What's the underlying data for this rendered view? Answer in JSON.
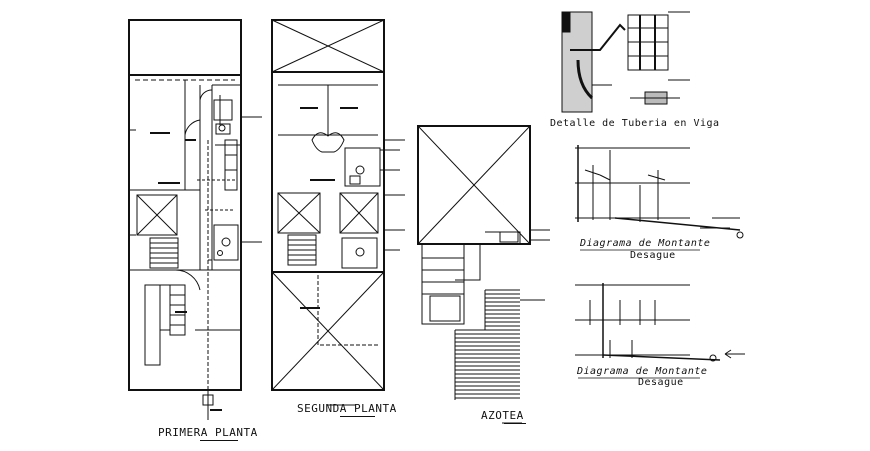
{
  "drawing": {
    "plans": {
      "first_floor": "PRIMERA PLANTA",
      "second_floor": "SEGUNDA PLANTA",
      "roof": "AZOTEA"
    },
    "details": {
      "pipe_in_beam": "Detalle de Tuberia en Viga",
      "riser_diagram_1_title": "Diagrama de Montante",
      "riser_diagram_1_sub": "Desague",
      "riser_diagram_2_title": "Diagrama de Montante",
      "riser_diagram_2_sub": "Desague"
    }
  }
}
